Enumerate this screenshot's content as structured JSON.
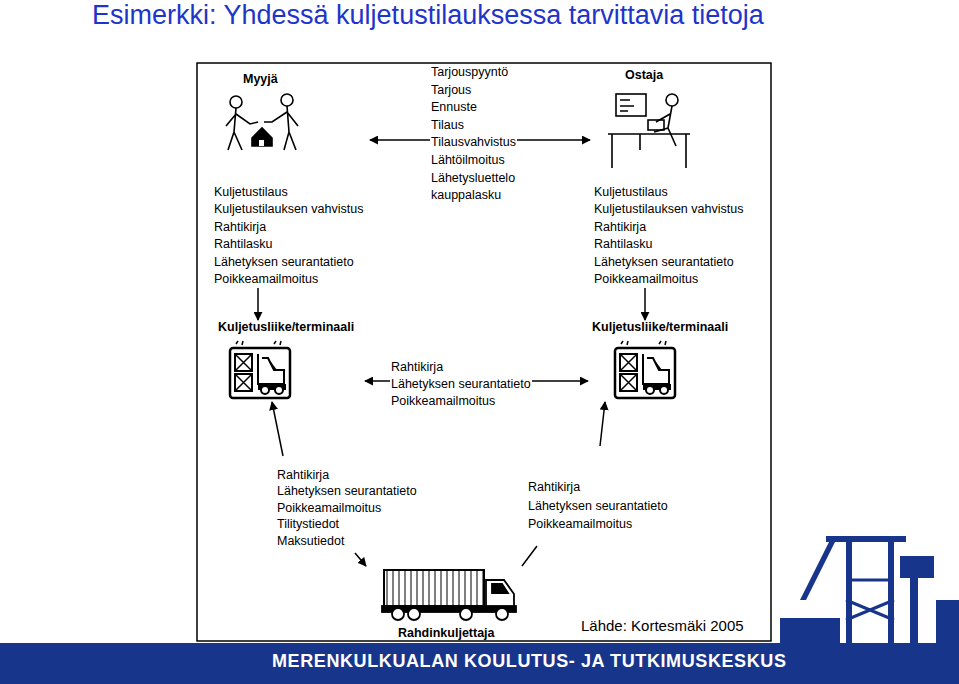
{
  "diagram": {
    "title": "Esimerkki: Yhdessä kuljetustilauksessa tarvittavia tietoja",
    "nodes": [
      {
        "text": [
          "Myyjä"
        ]
      },
      {
        "text": [
          "Ostaja"
        ]
      },
      {
        "text": [
          "Kuljetusliike/terminaali"
        ]
      },
      {
        "text": [
          "Kuljetusliike/terminaali"
        ]
      },
      {
        "text": [
          "Rahdinkuljettaja"
        ]
      }
    ],
    "edges": [
      {
        "from": 0,
        "to": 1,
        "arrow": "both"
      },
      {
        "from": 0,
        "to": 2,
        "arrow": "to"
      },
      {
        "from": 1,
        "to": 3,
        "arrow": "to"
      },
      {
        "from": 2,
        "to": 3,
        "arrow": "both"
      },
      {
        "from": 2,
        "to": 4,
        "arrow": "both"
      },
      {
        "from": 4,
        "to": 3,
        "arrow": "to"
      }
    ],
    "labels": [
      "Kuljetustilaus",
      "Kuljetustilauksen vahvistus",
      "Rahtikirja",
      "Rahtilasku",
      "Lähetyksen seurantatieto",
      "Poikkeamailmoitus",
      "Tarjouspyyntö",
      "Tarjous",
      "Ennuste",
      "Tilaus",
      "Tilausvahvistus",
      "Lähtöilmoitus",
      "Lähetysluettelo",
      "kauppalasku",
      "Kuljetustilaus",
      "Kuljetustilauksen vahvistus",
      "Rahtikirja",
      "Rahtilasku",
      "Lähetyksen seurantatieto",
      "Poikkeamailmoitus",
      "Rahtikirja",
      "Lähetyksen seurantatieto",
      "Poikkeamailmoitus",
      "Rahtikirja",
      "Lähetyksen seurantatieto",
      "Poikkeamailmoitus",
      "Tilitystiedot",
      "Maksutiedot",
      "Rahtikirja",
      "Lähetyksen seurantatieto",
      "Poikkeamailmoitus",
      "Lähde: Kortesmäki 2005",
      "MERENKULKUALAN KOULUTUS- JA TUTKIMUSKESKUS"
    ]
  }
}
